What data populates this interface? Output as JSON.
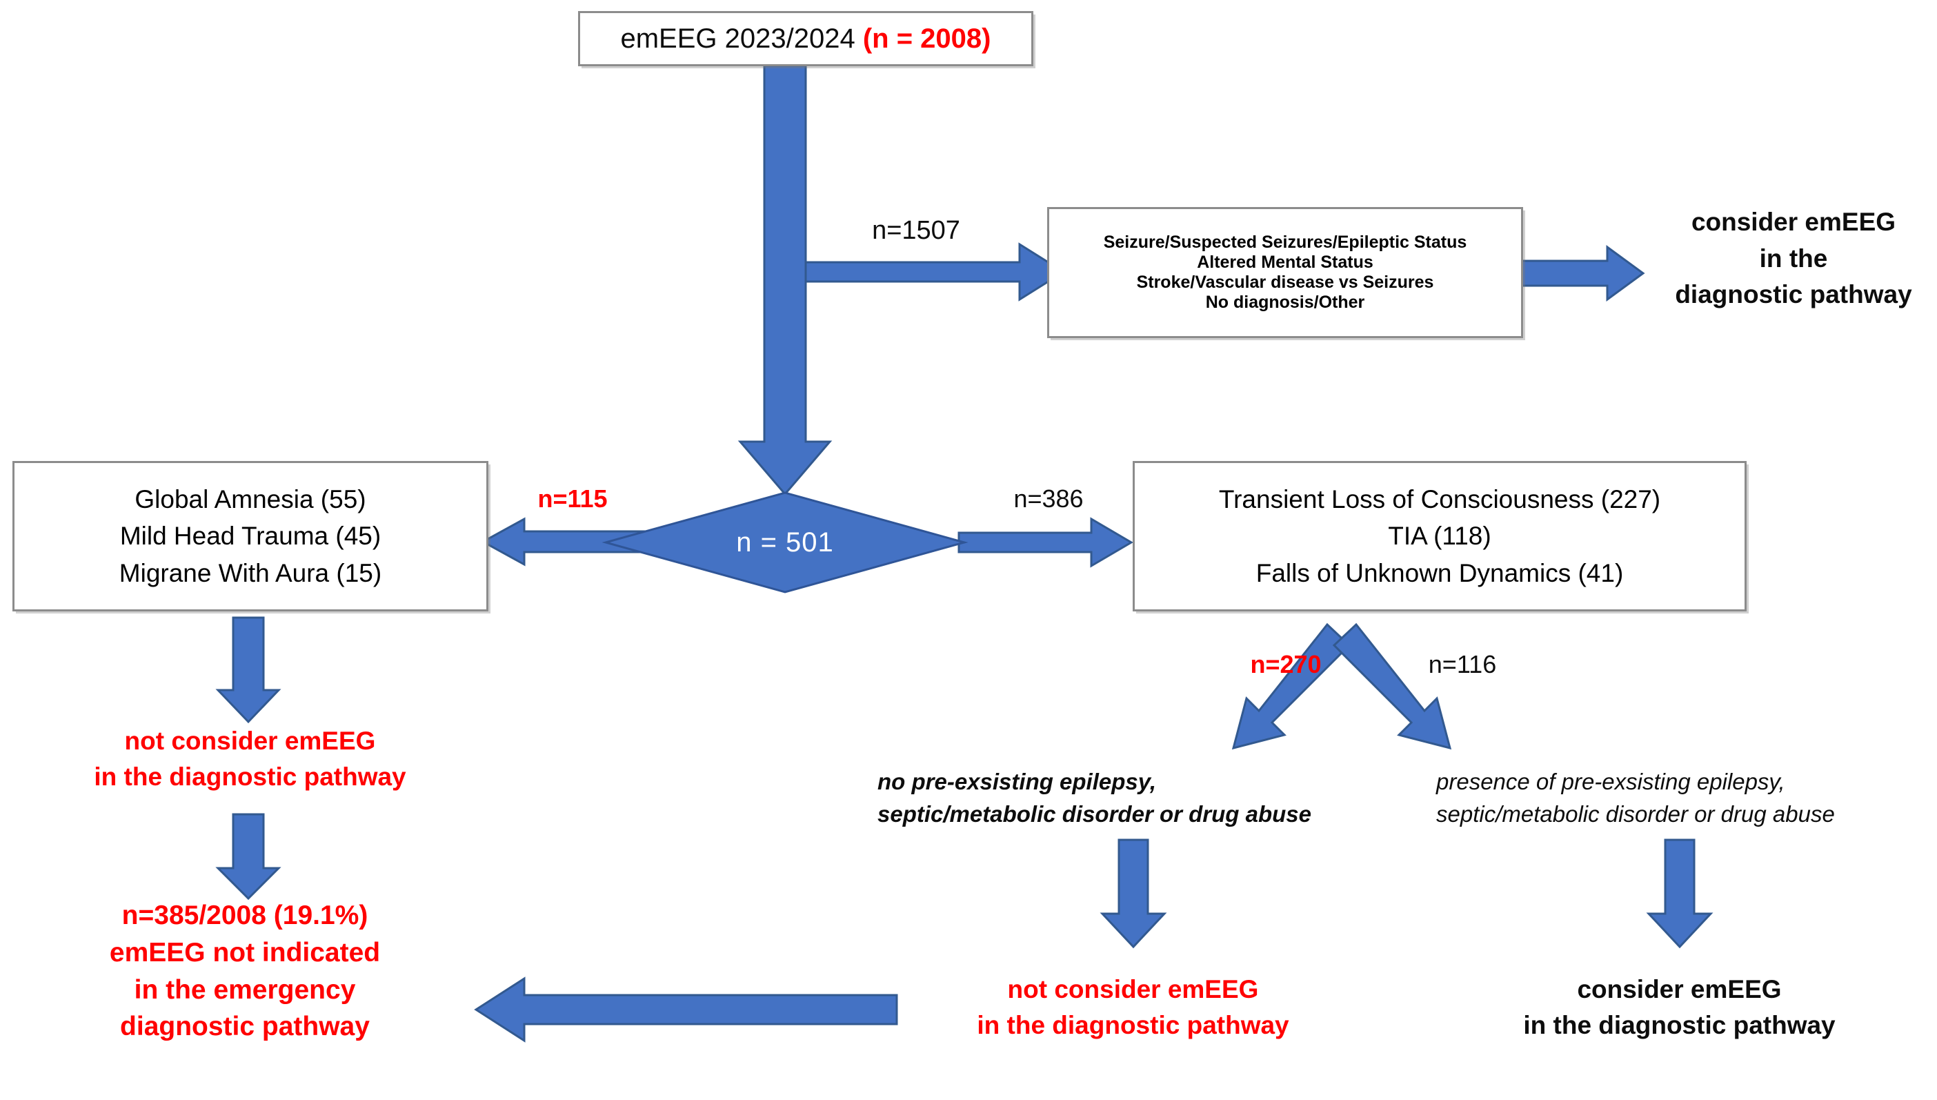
{
  "colors": {
    "arrow_fill": "#4472C4",
    "arrow_stroke": "#2C4D88",
    "diamond_fill": "#4472C4",
    "diamond_stroke": "#2C4D88",
    "box_border": "#8c8c8c",
    "red": "#ff0000",
    "black": "#0d0d0d",
    "white": "#ffffff"
  },
  "nodes": {
    "top_box": {
      "text_black": "emEEG 2023/2024 ",
      "text_red": "(n = 2008)"
    },
    "indications_box": {
      "lines": [
        "Seizure/Suspected Seizures/Epileptic Status",
        "Altered Mental Status",
        "Stroke/Vascular disease vs Seizures",
        "No diagnosis/Other"
      ]
    },
    "consider_top": {
      "lines": [
        "consider emEEG",
        "in the",
        "diagnostic pathway"
      ]
    },
    "decision_diamond": {
      "label": "n = 501"
    },
    "left_box": {
      "lines": [
        "Global Amnesia (55)",
        "Mild Head Trauma (45)",
        "Migrane With Aura (15)"
      ]
    },
    "right_box": {
      "lines": [
        "Transient Loss of Consciousness (227)",
        "TIA (118)",
        "Falls of Unknown Dynamics (41)"
      ]
    },
    "not_consider_left": {
      "lines": [
        "not consider emEEG",
        "in the diagnostic pathway"
      ]
    },
    "final_red_block": {
      "lines": [
        "n=385/2008 (19.1%)",
        "emEEG not indicated",
        "in the emergency",
        "diagnostic pathway"
      ]
    },
    "criteria_left": {
      "lines": [
        "no pre-exsisting  epilepsy,",
        "septic/metabolic disorder or drug abuse"
      ]
    },
    "criteria_right": {
      "lines": [
        "presence   of   pre-exsisting      epilepsy,",
        "septic/metabolic disorder or drug abuse"
      ]
    },
    "not_consider_bottom": {
      "lines": [
        "not consider emEEG",
        "in the diagnostic pathway"
      ]
    },
    "consider_bottom": {
      "lines": [
        "consider emEEG",
        "in the diagnostic pathway"
      ]
    }
  },
  "edge_labels": {
    "n1507": "n=1507",
    "n115": "n=115",
    "n386": "n=386",
    "n270": "n=270",
    "n116": "n=116"
  }
}
